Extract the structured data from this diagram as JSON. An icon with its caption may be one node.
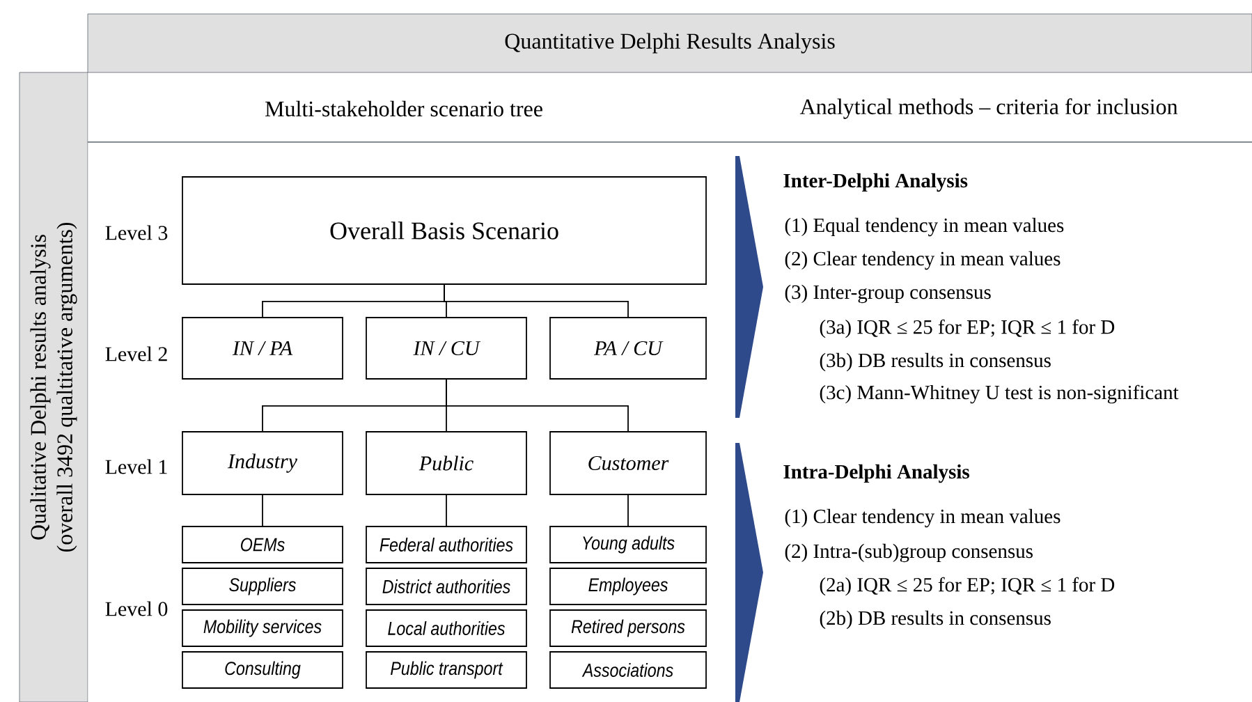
{
  "diagram": {
    "nodes": [
      {
        "text": [
          "Quantitative Delphi Results Analysis"
        ]
      },
      {
        "text": [
          "Qualitative Delphi results analysis",
          "(overall 3492 qualtitative arguments)"
        ]
      },
      {
        "text": [
          "Overall Basis Scenario"
        ]
      },
      {
        "text": [
          "IN / PA"
        ]
      },
      {
        "text": [
          "IN / CU"
        ]
      },
      {
        "text": [
          "PA / CU"
        ]
      },
      {
        "text": [
          "Industry"
        ]
      },
      {
        "text": [
          "Public"
        ]
      },
      {
        "text": [
          "Customer"
        ]
      },
      {
        "text": [
          "OEMs"
        ]
      },
      {
        "text": [
          "Federal authorities"
        ]
      },
      {
        "text": [
          "Young adults"
        ]
      },
      {
        "text": [
          "Suppliers"
        ]
      },
      {
        "text": [
          "District authorities"
        ]
      },
      {
        "text": [
          "Employees"
        ]
      },
      {
        "text": [
          "Mobility services"
        ]
      },
      {
        "text": [
          "Local authorities"
        ]
      },
      {
        "text": [
          "Retired persons"
        ]
      },
      {
        "text": [
          "Consulting"
        ]
      },
      {
        "text": [
          "Public transport"
        ]
      },
      {
        "text": [
          "Associations"
        ]
      }
    ],
    "edges": [
      {
        "from": 2,
        "to": 3,
        "arrow": "none"
      },
      {
        "from": 2,
        "to": 4,
        "arrow": "none"
      },
      {
        "from": 2,
        "to": 5,
        "arrow": "none"
      },
      {
        "from": 4,
        "to": 6,
        "arrow": "none"
      },
      {
        "from": 4,
        "to": 7,
        "arrow": "none"
      },
      {
        "from": 4,
        "to": 8,
        "arrow": "none"
      },
      {
        "from": 6,
        "to": 9,
        "arrow": "none"
      },
      {
        "from": 7,
        "to": 10,
        "arrow": "none"
      },
      {
        "from": 8,
        "to": 11,
        "arrow": "none"
      }
    ],
    "labels": [
      "Multi-stakeholder scenario tree",
      "Analytical methods – criteria for inclusion",
      "Level 3",
      "Level 2",
      "Level 1",
      "Level 0",
      "Inter-Delphi Analysis",
      "(1) Equal tendency in mean values",
      "(2) Clear tendency in mean values",
      "(3) Inter-group consensus",
      "(3a) IQR ≤ 25 for EP; IQR ≤ 1 for D",
      "(3b) DB results in consensus",
      "(3c) Mann-Whitney U test is non-significant",
      "Intra-Delphi Analysis",
      "(1) Clear tendency in mean values",
      "(2) Intra-(sub)group consensus",
      "(2a) IQR ≤ 25 for EP; IQR ≤ 1 for D",
      "(2b) DB results in consensus"
    ]
  }
}
